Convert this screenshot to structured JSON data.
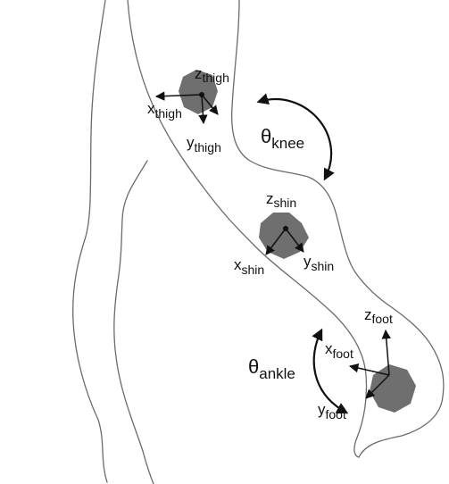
{
  "diagram": {
    "colors": {
      "background": "#ffffff",
      "outline": "#6b6b6b",
      "sensor": "#6f6f6f",
      "ink": "#111111"
    },
    "sensors": {
      "thigh": {
        "x_label": "x",
        "x_subscript": "thigh",
        "y_label": "y",
        "y_subscript": "thigh",
        "z_label": "z",
        "z_subscript": "thigh"
      },
      "shin": {
        "x_label": "x",
        "x_subscript": "shin",
        "y_label": "y",
        "y_subscript": "shin",
        "z_label": "z",
        "z_subscript": "shin"
      },
      "foot": {
        "x_label": "x",
        "x_subscript": "foot",
        "y_label": "y",
        "y_subscript": "foot",
        "z_label": "z",
        "z_subscript": "foot"
      }
    },
    "angles": {
      "knee": {
        "symbol": "θ",
        "subscript": "knee"
      },
      "ankle": {
        "symbol": "θ",
        "subscript": "ankle"
      }
    }
  }
}
